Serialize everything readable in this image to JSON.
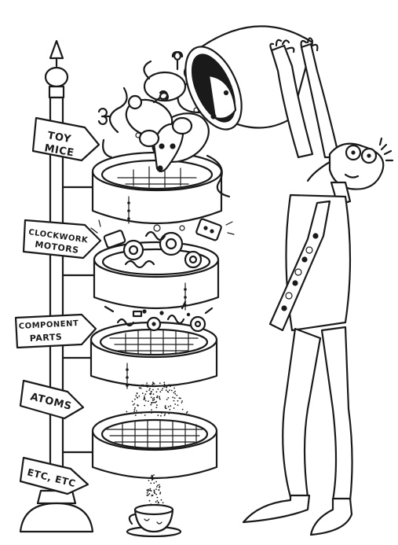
{
  "signs": {
    "toy_mice": [
      "TOY",
      "MICE"
    ],
    "clockwork_motors": [
      "CLOCKWORK",
      "MOTORS"
    ],
    "component_parts": [
      "COMPONENT",
      "PARTS"
    ],
    "atoms": [
      "ATOMS"
    ],
    "etc": [
      "ETC, ETC"
    ]
  },
  "icons": [
    "signpost",
    "sieve",
    "toy-mouse",
    "clockwork-gear",
    "teacup",
    "bucket",
    "scientist"
  ],
  "colors": {
    "ink": "#1a1a1a",
    "paper": "#ffffff"
  }
}
